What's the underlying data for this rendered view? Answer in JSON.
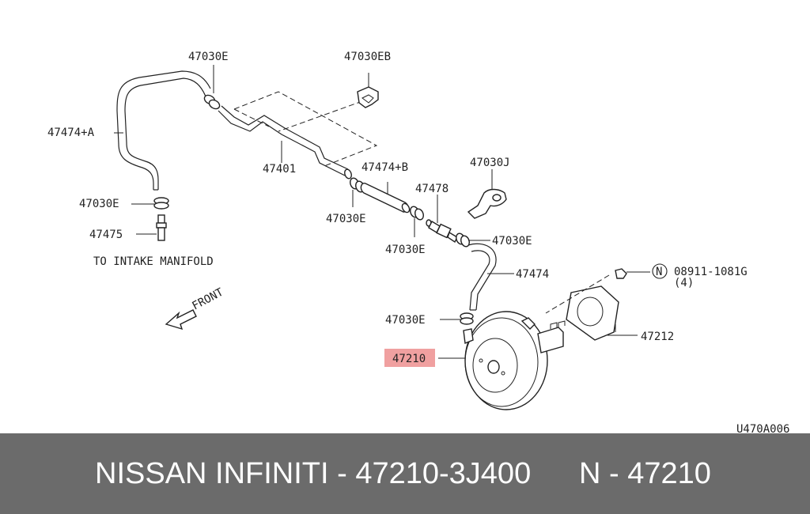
{
  "diagram": {
    "labels": {
      "clamp_top": "47030E",
      "clip_top": "47030EB",
      "hose_a": "47474+A",
      "tube": "47401",
      "hose_b": "47474+B",
      "clip_j": "47030J",
      "valve": "47478",
      "clamp_left": "47030E",
      "connector": "47475",
      "clamp_mid": "47030E",
      "clamp_valve": "47030E",
      "clamp_right": "47030E",
      "hose": "47474",
      "nut_code": "08911-1081G",
      "nut_qty": "(4)",
      "nut_symbol": "N",
      "clamp_booster": "47030E",
      "booster": "47210",
      "gasket": "47212",
      "manifold_note": "TO INTAKE MANIFOLD",
      "front": "FRONT",
      "drawing_id": "U470A006"
    },
    "highlight_color": "#f0a0a0"
  },
  "footer": {
    "title": "NISSAN INFINITI - 47210-3J400",
    "code": "N - 47210",
    "background": "#6b6b6b",
    "text_color": "#ffffff"
  }
}
